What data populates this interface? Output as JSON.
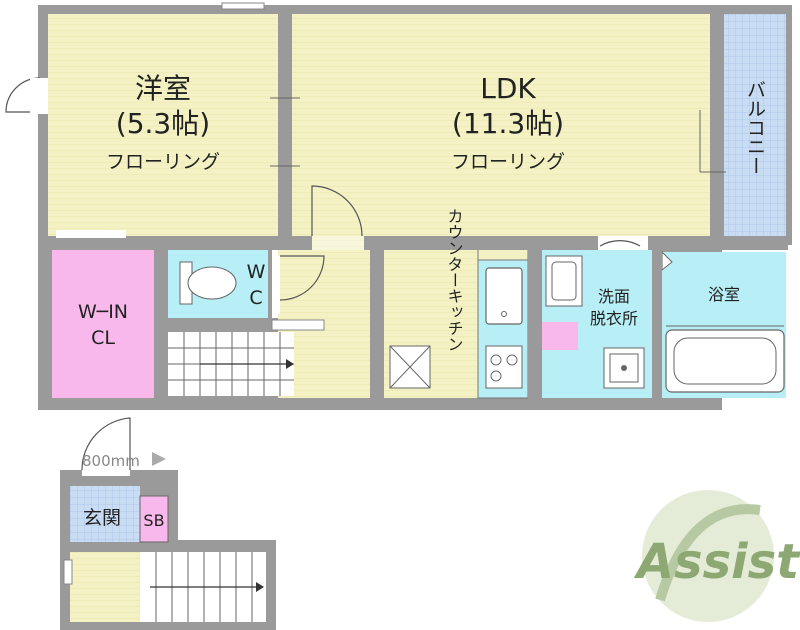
{
  "rooms": {
    "western": {
      "name": "洋室",
      "size": "(5.3帖)",
      "floor": "フローリング"
    },
    "ldk": {
      "name": "LDK",
      "size": "(11.3帖)",
      "floor": "フローリング"
    },
    "balcony": "バルコニー",
    "wic_line1": "W─IN",
    "wic_line2": "CL",
    "wc_line1": "W",
    "wc_line2": "C",
    "kitchen": "カウンターキッチン",
    "washroom_line1": "洗面",
    "washroom_line2": "脱衣所",
    "bath": "浴室",
    "entrance": "玄関",
    "shoe_box": "SB"
  },
  "dimension_note": "800mm",
  "logo_text": "Assist",
  "colors": {
    "wall": "#9a9a9a",
    "floor_yellow": "#f4f2c4",
    "pink": "#f8b8ec",
    "cyan": "#b8eef6",
    "blue_tile": "#c8dcf4",
    "logo_green": "#8da872"
  }
}
